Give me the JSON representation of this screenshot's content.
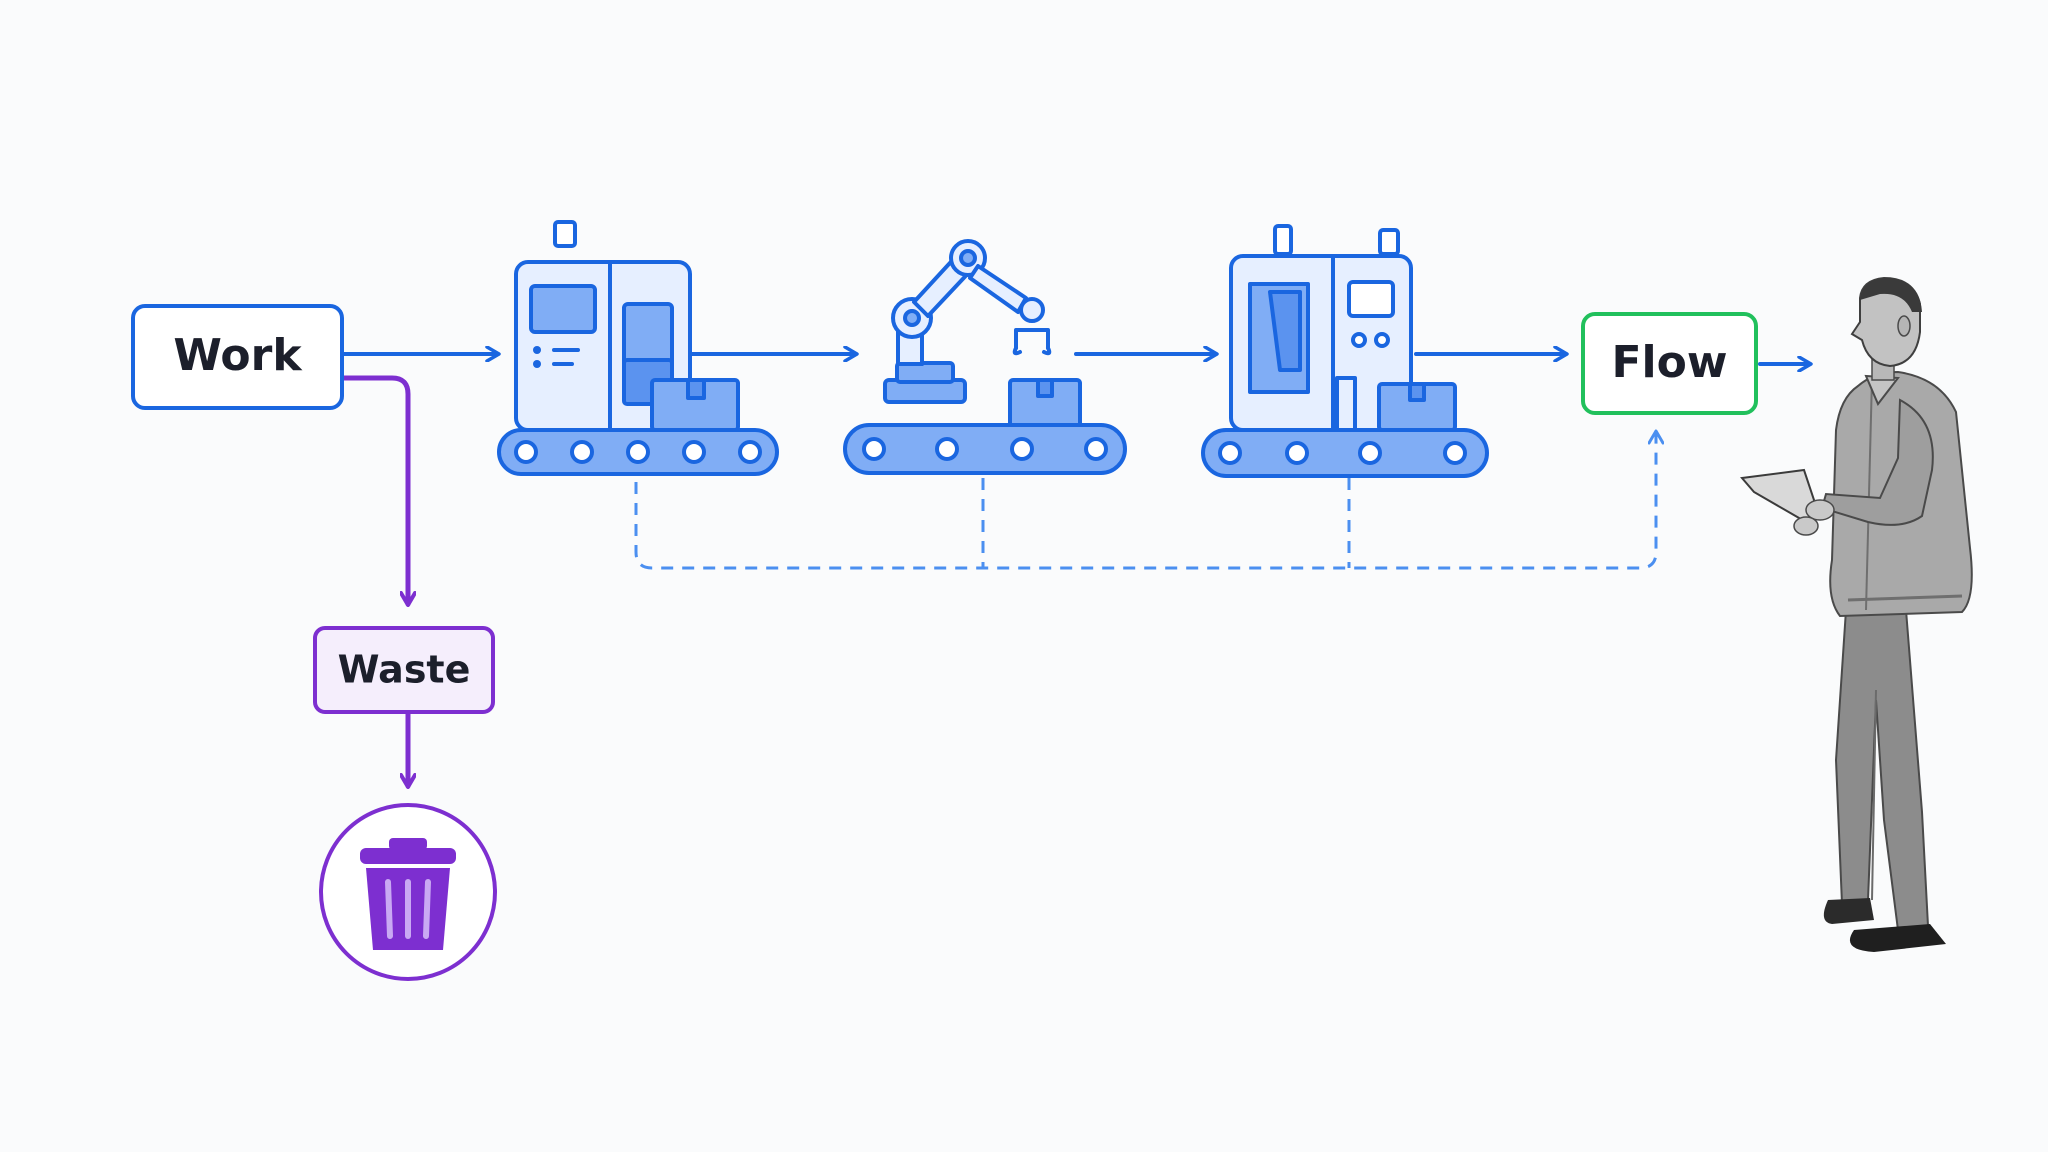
{
  "nodes": {
    "work": "Work",
    "waste": "Waste",
    "flow": "Flow"
  },
  "colors": {
    "background": "#fafbfc",
    "flow_blue": "#1a66e0",
    "machine_fill_light": "#e6efff",
    "machine_fill_mid": "#80adf5",
    "dashed_blue": "#4b8ff0",
    "waste_purple": "#7d2fd0",
    "waste_fill": "#f5eefc",
    "flow_green": "#21c05c",
    "text_dark": "#1c1f2b"
  },
  "icons": [
    "machine-station-1-icon",
    "robotic-arm-station-icon",
    "machine-station-3-icon",
    "trash-can-icon",
    "inspector-person-figure"
  ]
}
